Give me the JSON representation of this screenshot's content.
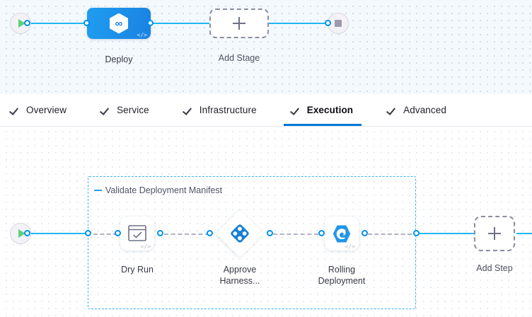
{
  "stage_canvas": {
    "start_node": {
      "icon": "play-icon"
    },
    "end_node": {
      "icon": "stop-icon"
    },
    "stage": {
      "label": "Deploy",
      "icon": "harness-infinity-hexagon-icon",
      "code_icon": "code-brackets-icon"
    },
    "add_stage": {
      "label": "Add Stage",
      "icon": "plus-icon"
    }
  },
  "tabs": [
    {
      "label": "Overview",
      "icon": "check-icon",
      "active": false
    },
    {
      "label": "Service",
      "icon": "check-icon",
      "active": false
    },
    {
      "label": "Infrastructure",
      "icon": "check-icon",
      "active": false
    },
    {
      "label": "Execution",
      "icon": "check-icon",
      "active": true
    },
    {
      "label": "Advanced",
      "icon": "check-icon",
      "active": false
    }
  ],
  "execution_canvas": {
    "start_node": {
      "icon": "play-icon"
    },
    "step_group": {
      "title": "Validate Deployment Manifest",
      "collapse_icon": "collapse-dash-icon"
    },
    "steps": [
      {
        "label": "Dry Run",
        "icon": "terminal-check-icon",
        "code_icon": "code-brackets-icon",
        "shape": "rounded-square"
      },
      {
        "label": "Approve Harness...",
        "label_line1": "Approve",
        "label_line2": "Harness...",
        "icon": "harness-approval-diamond-icon",
        "shape": "diamond"
      },
      {
        "label": "Rolling Deployment",
        "label_line1": "Rolling",
        "label_line2": "Deployment",
        "icon": "rolling-deployment-icon",
        "code_icon": "code-brackets-icon",
        "shape": "rounded-square"
      }
    ],
    "add_step": {
      "label": "Add Step",
      "icon": "plus-icon"
    }
  },
  "colors": {
    "accent_blue": "#0278d5",
    "connector_blue": "#22b5f5",
    "port_blue": "#0091f0",
    "stage_gradient_from": "#1f9df0",
    "stage_gradient_to": "#1a82e2",
    "group_border": "#3ab6f0",
    "play_green": "#5fd07c",
    "stop_gray": "#9b9bad",
    "dashed_gray": "#8b8da3",
    "canvas_top_bg": "#f4f9fd",
    "canvas_bottom_bg": "#ffffff"
  }
}
